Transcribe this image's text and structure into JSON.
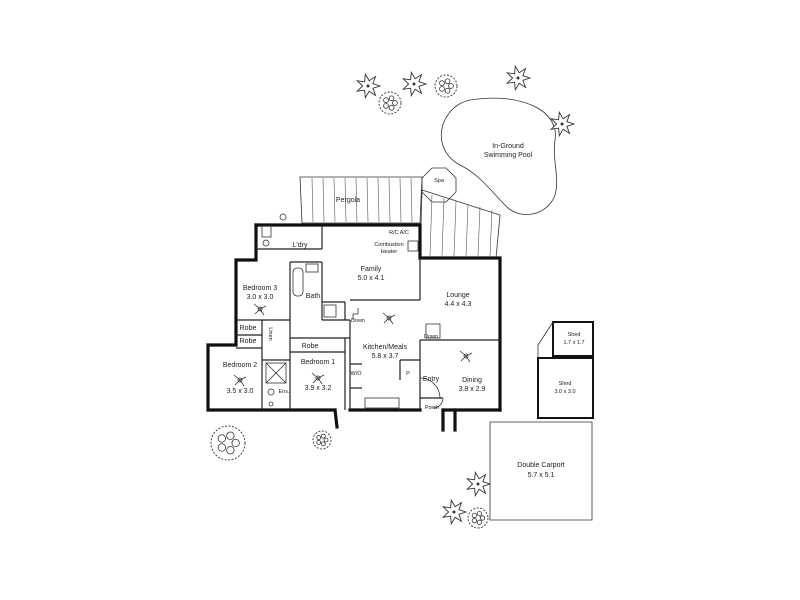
{
  "rooms": {
    "pool": {
      "name": "In-Ground\nSwimming Pool",
      "line1": "In-Ground",
      "line2": "Swimming Pool"
    },
    "spa": {
      "name": "Spa"
    },
    "pergola": {
      "name": "Pergola"
    },
    "laundry": {
      "name": "L'dry"
    },
    "family": {
      "name": "Family",
      "size": "5.0 x 4.1"
    },
    "rcac": {
      "name": "R/C A/C"
    },
    "heater": {
      "line1": "Combustion",
      "line2": "Heater"
    },
    "bedroom3": {
      "name": "Bedroom 3",
      "size": "3.0 x 3.0"
    },
    "bath": {
      "name": "Bath"
    },
    "lounge": {
      "name": "Lounge",
      "size": "4.4 x 4.3"
    },
    "robe_a": {
      "name": "Robe"
    },
    "linen": {
      "name": "Linen"
    },
    "robe_b": {
      "name": "Robe"
    },
    "robe_c": {
      "name": "Robe"
    },
    "down1": {
      "name": "Down"
    },
    "down2": {
      "name": "Down"
    },
    "kitchen": {
      "name": "Kitchen/Meals",
      "size": "5.8 x 3.7"
    },
    "bedroom2": {
      "name": "Bedroom 2",
      "size": "3.5 x 3.0"
    },
    "bedroom1": {
      "name": "Bedroom 1",
      "size": "3.9 x 3.2"
    },
    "ens": {
      "name": "Ens."
    },
    "wo": {
      "name": "W/O"
    },
    "pantry": {
      "name": "P"
    },
    "entry": {
      "name": "Entry"
    },
    "dining": {
      "name": "Dining",
      "size": "3.8 x 2.9"
    },
    "porch": {
      "name": "Porch"
    },
    "shed1": {
      "name": "Shed",
      "size": "1.7 x 1.7"
    },
    "shed2": {
      "name": "Shed",
      "size": "3.0 x 3.0"
    },
    "carport": {
      "name": "Double Carport",
      "size": "5.7 x 5.1"
    }
  },
  "icons": {
    "ceiling_fan": "ceiling-fan-icon",
    "tree": "tree-icon",
    "shrub": "shrub-icon"
  }
}
